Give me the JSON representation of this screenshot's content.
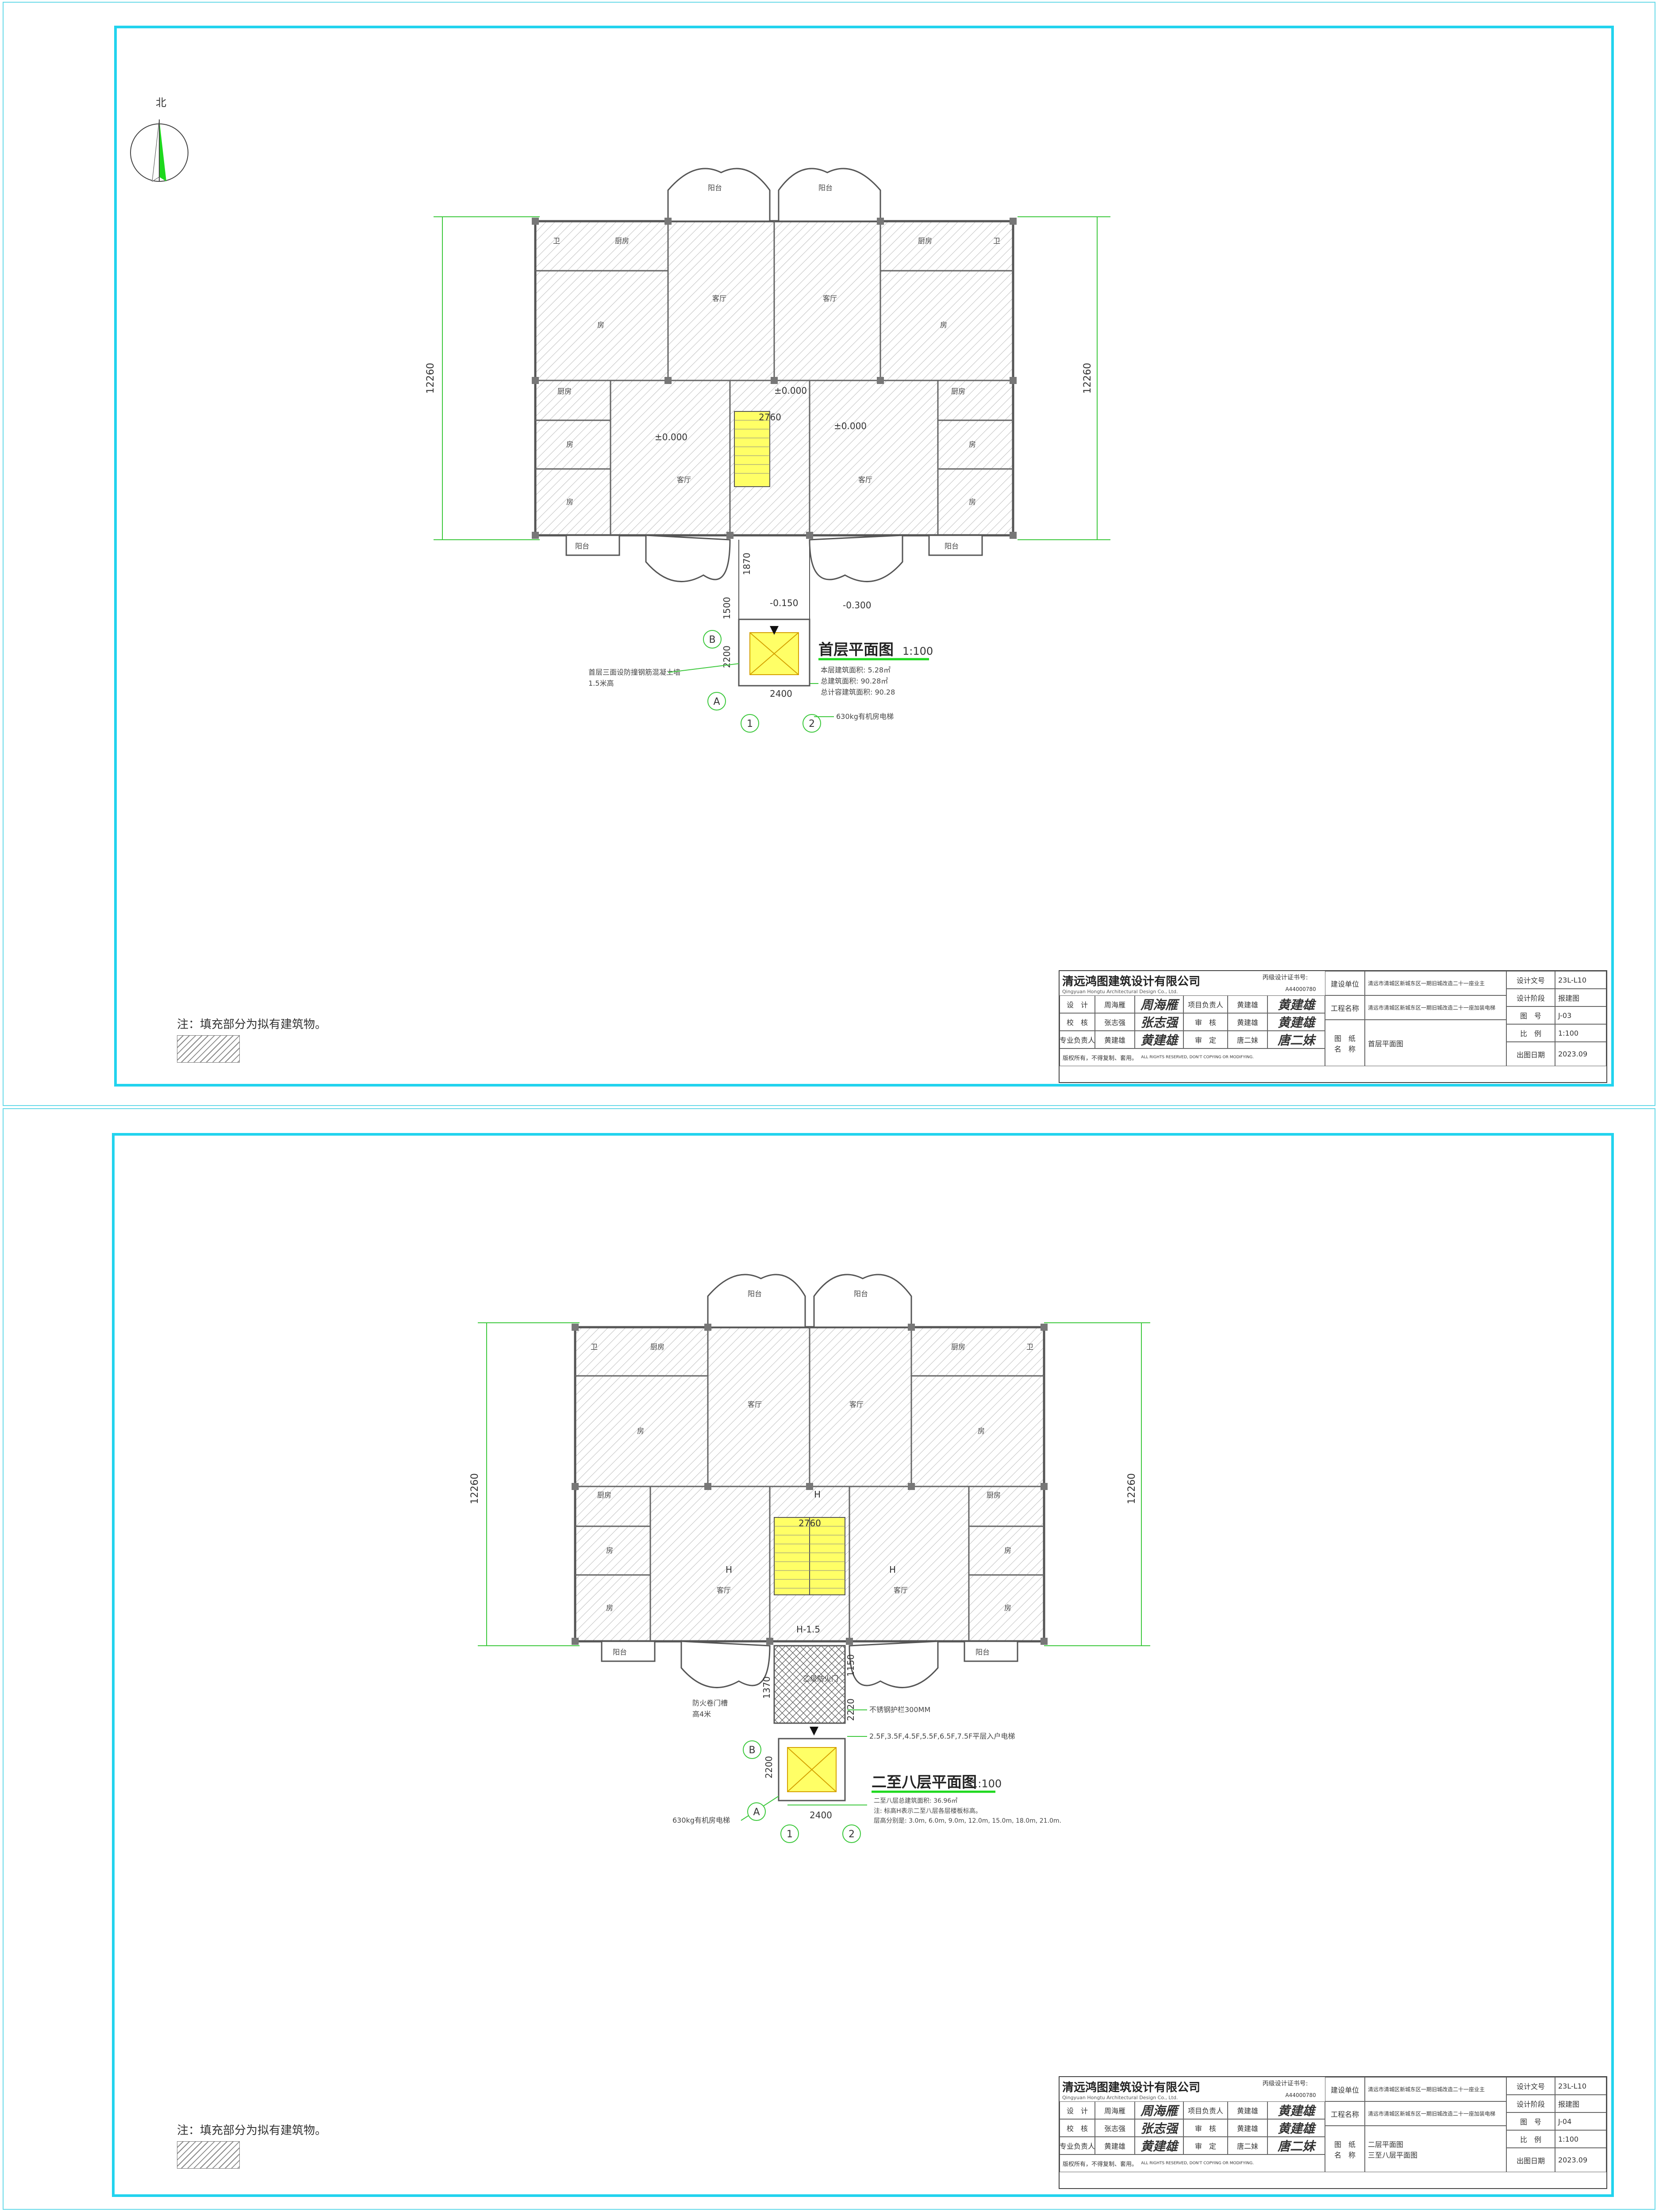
{
  "north_label": "北",
  "notes": {
    "fill_note": "注：填充部分为拟有建筑物。"
  },
  "plan1": {
    "title": "首层平面图",
    "scale": "1:100",
    "dim_overall": "12260",
    "dim_stair": "2760",
    "dim_1870": "1870",
    "dim_1500": "1500",
    "dim_2200": "2200",
    "dim_2400": "2400",
    "elev_1": "±0.000",
    "elev_2": "±0.000",
    "elev_3": "±0.000",
    "elev_4": "-0.150",
    "elev_5": "-0.300",
    "area_1": "本层建筑面积: 5.28㎡",
    "area_2": "总建筑面积: 90.28㎡",
    "area_3": "总计容建筑面积: 90.28",
    "ann_wall": "首层三面设防撞钢筋混凝土墙",
    "ann_wall2": "1.5米高",
    "ann_elevator": "630kg有机房电梯",
    "axis_A": "A",
    "axis_B": "B",
    "axis_1": "1",
    "axis_2": "2",
    "rooms": {
      "balcony": "阳台",
      "kitchen": "厨房",
      "living": "客厅",
      "bedroom": "房",
      "toilet": "卫"
    }
  },
  "plan2": {
    "title": "二至八层平面图",
    "scale": "1:100",
    "dim_overall": "12260",
    "dim_stair": "2760",
    "dim_2400": "2400",
    "dim_2200": "2200",
    "dim_1150": "1150",
    "dim_2220": "2220",
    "dim_1370": "1370",
    "level_H": "H",
    "level_H15": "H-1.5",
    "ann_rail": "不锈钢护栏300MM",
    "ann_entry": "2.5F,3.5F,4.5F,5.5F,6.5F,7.5F平层入户电梯",
    "ann_door": "乙级防火门",
    "ann_fire": "防火卷门槽",
    "ann_fire2": "高4米",
    "ann_elevator": "630kg有机房电梯",
    "area_1": "二至八层总建筑面积: 36.96㎡",
    "area_2": "注: 标高H表示二至八层各层楼板标高。",
    "area_3": "层高分别是: 3.0m, 6.0m, 9.0m, 12.0m, 15.0m, 18.0m, 21.0m.",
    "axis_A": "A",
    "axis_B": "B",
    "axis_1": "1",
    "axis_2": "2",
    "rooms": {
      "balcony": "阳台",
      "kitchen": "厨房",
      "living": "客厅",
      "bedroom": "房",
      "toilet": "卫"
    }
  },
  "titleblock": {
    "firm_cn": "清远鸿图建筑设计有限公司",
    "firm_en": "Qingyuan Hongtu Architectural Design Co., Ltd.",
    "license_label": "丙级设计证书号:",
    "license_no": "A44000780",
    "row_design": "设　计",
    "design_name": "周海雁",
    "row_check": "校　核",
    "check_name": "张志强",
    "row_major": "专业负责人",
    "major_name": "黄建雄",
    "row_pm": "项目负责人",
    "pm_name": "黄建雄",
    "row_review": "审　核",
    "review_name": "黄建雄",
    "row_approve": "审　定",
    "approve_name": "唐二妹",
    "sig1": "周海雁",
    "sig2": "张志强",
    "sig3": "黄建雄",
    "sig4": "黄建雄",
    "sig5": "黄建雄",
    "sig6": "唐二妹",
    "copyright": "版权所有，不得复制、套用。",
    "copyright_en": "ALL RIGHTS RESERVED, DON'T COPYING OR MODIFYING.",
    "owner_label": "建设单位",
    "owner": "清远市清城区新城东区一期旧城改造二十一座业主",
    "project_label": "工程名称",
    "project": "清远市清城区新城东区一期旧城改造二十一座加装电梯",
    "drawing_label": "图　纸\n名　称",
    "docno_label": "设计文号",
    "docno": "23L-L10",
    "stage_label": "设计阶段",
    "stage": "报建图",
    "sheetno_label": "图　号",
    "scale_label": "比　例",
    "scale": "1:100",
    "date_label": "出图日期",
    "date": "2023.09"
  },
  "sheet1": {
    "drawing_name": "首层平面图",
    "sheet_no": "J-03"
  },
  "sheet2": {
    "drawing_name": "二层平面图",
    "drawing_name2": "三至八层平面图",
    "sheet_no": "J-04"
  }
}
